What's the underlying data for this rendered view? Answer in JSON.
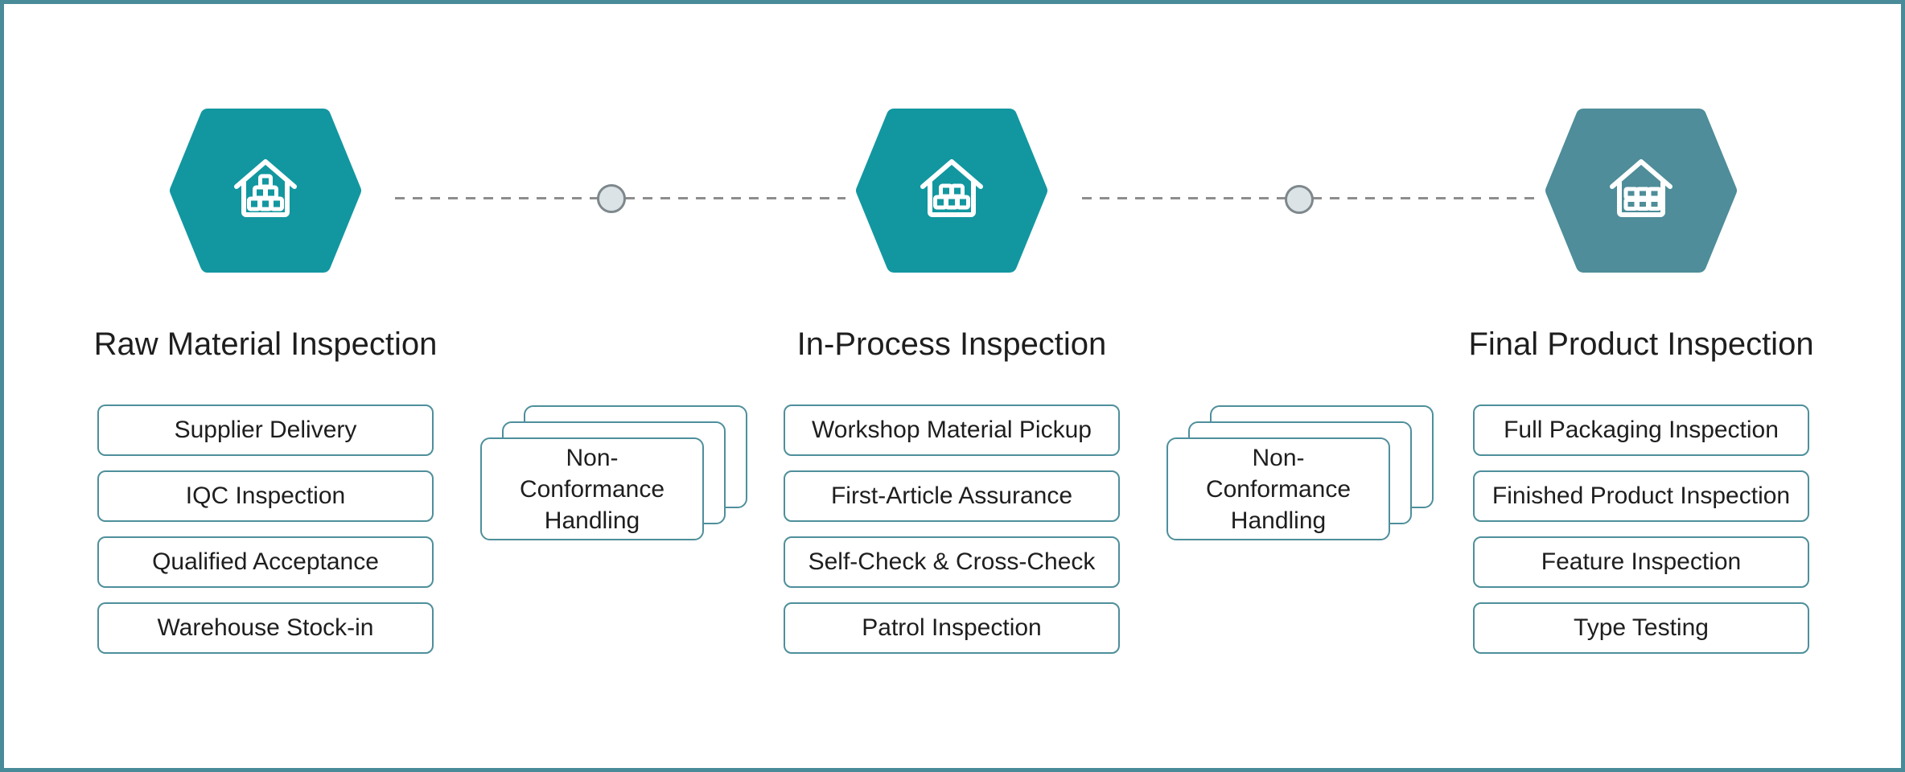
{
  "colors": {
    "accent_teal": "#1297A0",
    "accent_muted": "#4E8D99",
    "outline": "#4E8F9B",
    "frame": "#4A8B99",
    "dash": "#8D8D8D",
    "node_fill": "#DBE3E6",
    "node_border": "#7E888C",
    "text": "#1E1E1E"
  },
  "stages": [
    {
      "title": "Raw Material Inspection",
      "icon": "warehouse-pyramid-boxes-icon",
      "steps": [
        "Supplier Delivery",
        "IQC Inspection",
        "Qualified Acceptance",
        "Warehouse Stock-in"
      ]
    },
    {
      "title": "In-Process Inspection",
      "icon": "warehouse-stacked-boxes-icon",
      "steps": [
        "Workshop Material Pickup",
        "First-Article Assurance",
        "Self-Check & Cross-Check",
        "Patrol Inspection"
      ]
    },
    {
      "title": "Final Product Inspection",
      "icon": "warehouse-shelf-grid-icon",
      "steps": [
        "Full Packaging Inspection",
        "Finished Product Inspection",
        "Feature Inspection",
        "Type Testing"
      ]
    }
  ],
  "connectors": [
    {
      "label": "Non-Conformance Handling"
    },
    {
      "label": "Non-Conformance Handling"
    }
  ]
}
